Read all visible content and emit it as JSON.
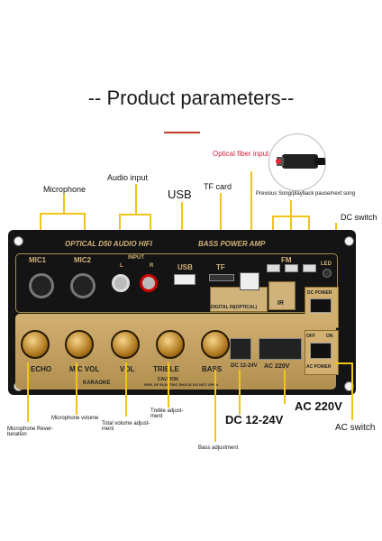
{
  "title": "-- Product parameters--",
  "callouts": {
    "optical_fiber_input": "Optical fiber input",
    "audio_input": "Audio input",
    "microphone": "Microphone",
    "usb": "USB",
    "tf_card": "TF card",
    "prev_next": "Previous Song/playback pause/next song",
    "dc_switch": "DC switch",
    "microphone_reverberation": "Microphone Rever- beration",
    "microphone_volume": "Microphone volume",
    "total_volume": "Total volume adjust- ment",
    "treble": "Treble adjust- ment",
    "bass": "Bass adjustment",
    "dc": "DC 12-24V",
    "ac220": "AC 220V",
    "ac_switch": "AC switch"
  },
  "panel": {
    "header": "OPTICAL D50 AUDIO HIFI",
    "header2": "BASS POWER AMP",
    "mic1": "MIC1",
    "mic2": "MIC2",
    "input": "INPUT",
    "l": "L",
    "r": "R",
    "usb": "USB",
    "tf": "TF",
    "fm": "FM",
    "led": "LED",
    "digital": "DIGITAL  IN(OPTICAL)",
    "ir": "IR",
    "dc_power": "DC POWER",
    "off": "OFF",
    "on": "ON",
    "knobs": [
      "ECHO",
      "MIC VOL",
      "VOL",
      "TRIBLE",
      "BASS"
    ],
    "dc_label": "DC 12-24V",
    "ac_label": "AC 220V",
    "ac_power": "AC POWER",
    "karaoke": "KARAOKE",
    "caution": "CAUTION",
    "caution_sub": "RISK OF ELECTRIC SHOCK DO NOT OPEN"
  }
}
